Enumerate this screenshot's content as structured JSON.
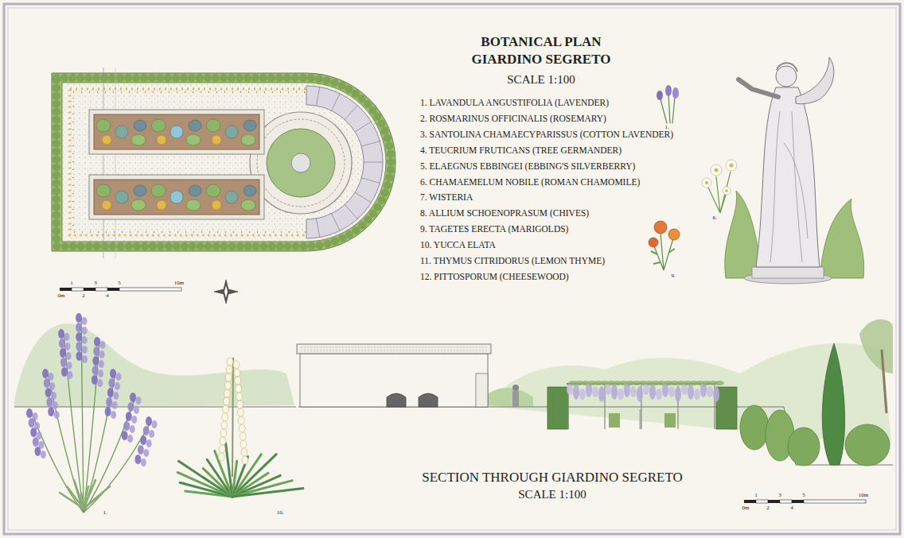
{
  "diagram": {
    "title": "BOTANICAL PLAN GIARDINO SEGRETO",
    "labels": [
      "SCALE 1:100",
      "1. LAVANDULA ANGUSTIFOLIA (LAVENDER)",
      "2. ROSMARINUS OFFICINALIS (ROSEMARY)",
      "3. SANTOLINA CHAMAECYPARISSUS (COTTON LAVENDER)",
      "4. TEUCRIUM FRUTICANS (TREE GERMANDER)",
      "5. ELAEGNUS EBBINGEI (EBBING'S SILVERBERRY)",
      "6. CHAMAEMELUM NOBILE (ROMAN CHAMOMILE)",
      "7. WISTERIA",
      "8. ALLIUM SCHOENOPRASUM (CHIVES)",
      "9. TAGETES ERECTA (MARIGOLDS)",
      "10. YUCCA ELATA",
      "11. THYMUS CITRIDORUS (LEMON THYME)",
      "12. PITTOSPORUM (CHEESEWOOD)",
      "1",
      "3",
      "5",
      "10m",
      "0m",
      "2",
      "4",
      "1",
      "3",
      "5",
      "10m",
      "0m",
      "2",
      "4",
      "SECTION THROUGH GIARDINO SEGRETO",
      "SCALE 1:100",
      "1.",
      "6.",
      "9.",
      "1.",
      "10."
    ]
  }
}
